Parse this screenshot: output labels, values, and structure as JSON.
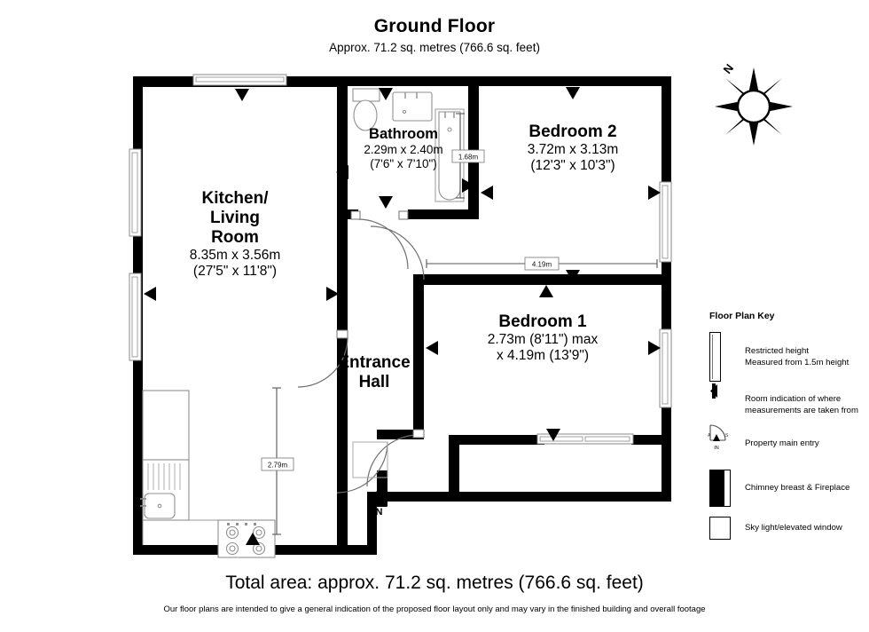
{
  "header": {
    "title": "Ground Floor",
    "subtitle": "Approx. 71.2 sq. metres (766.6 sq. feet)"
  },
  "footer": {
    "total_area": "Total area: approx. 71.2 sq. metres (766.6 sq. feet)",
    "disclaimer": "Our floor plans are intended to give a general indication of the proposed floor layout only and may vary in the finished building and overall footage"
  },
  "compass": {
    "north_label": "N"
  },
  "rooms": [
    {
      "key": "kitchen_living",
      "name_line1": "Kitchen/",
      "name_line2": "Living",
      "name_line3": "Room",
      "dim_metric": "8.35m x 3.56m",
      "dim_imperial": "(27'5\" x 11'8\")"
    },
    {
      "key": "bathroom",
      "name": "Bathroom",
      "dim_metric": "2.29m x 2.40m",
      "dim_imperial": "(7'6\" x 7'10\")"
    },
    {
      "key": "bedroom2",
      "name": "Bedroom 2",
      "dim_metric": "3.72m x 3.13m",
      "dim_imperial": "(12'3\" x 10'3\")"
    },
    {
      "key": "bedroom1",
      "name": "Bedroom 1",
      "dim_metric": "2.73m (8'11\") max",
      "dim_imperial": "x 4.19m (13'9\")"
    },
    {
      "key": "entrance_hall",
      "name_line1": "Entrance",
      "name_line2": "Hall"
    }
  ],
  "dimension_markers": [
    {
      "key": "bath_depth",
      "value": "1.68m",
      "orientation": "vertical"
    },
    {
      "key": "bedroom1_length",
      "value": "4.19m",
      "orientation": "horizontal"
    },
    {
      "key": "kitchen_depth",
      "value": "2.79m",
      "orientation": "vertical"
    }
  ],
  "entry_marker": {
    "label": "IN"
  },
  "legend": {
    "title": "Floor Plan Key",
    "items": [
      {
        "key": "restricted_height",
        "icon": "restricted-height-swatch",
        "line1": "Restricted height",
        "line2": "Measured from 1.5m height"
      },
      {
        "key": "room_indication",
        "icon": "measurement-marker-icon",
        "line1": "Room indication of where",
        "line2": "measurements are taken from"
      },
      {
        "key": "main_entry",
        "icon": "door-swing-icon",
        "line1": "Property main entry",
        "line2": ""
      },
      {
        "key": "chimney",
        "icon": "chimney-swatch",
        "line1": "Chimney breast & Fireplace",
        "line2": ""
      },
      {
        "key": "skylight",
        "icon": "skylight-swatch",
        "line1": "Sky light/elevated window",
        "line2": ""
      }
    ]
  },
  "colors": {
    "wall": "#000000",
    "background": "#ffffff",
    "fixture_stroke": "#909090",
    "dimension_line": "#555555"
  }
}
